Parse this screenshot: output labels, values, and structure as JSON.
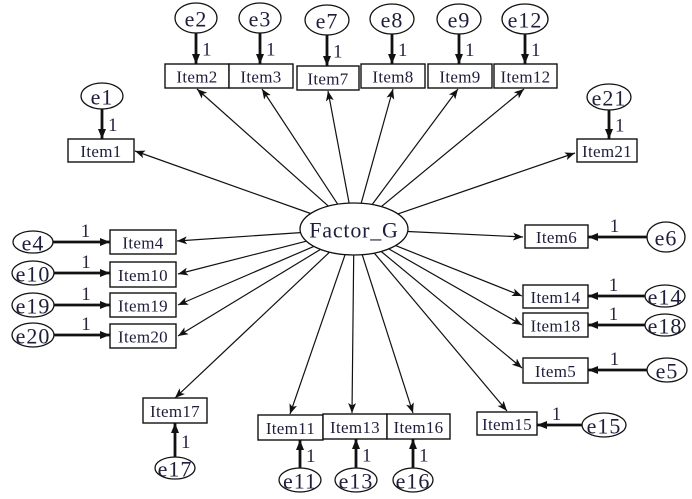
{
  "factor": {
    "label": "Factor_G"
  },
  "indicators": [
    {
      "label": "Item1",
      "error": "e1",
      "error_weight": "1"
    },
    {
      "label": "Item2",
      "error": "e2",
      "error_weight": "1"
    },
    {
      "label": "Item3",
      "error": "e3",
      "error_weight": "1"
    },
    {
      "label": "Item7",
      "error": "e7",
      "error_weight": "1"
    },
    {
      "label": "Item8",
      "error": "e8",
      "error_weight": "1"
    },
    {
      "label": "Item9",
      "error": "e9",
      "error_weight": "1"
    },
    {
      "label": "Item12",
      "error": "e12",
      "error_weight": "1"
    },
    {
      "label": "Item21",
      "error": "e21",
      "error_weight": "1"
    },
    {
      "label": "Item4",
      "error": "e4",
      "error_weight": "1"
    },
    {
      "label": "Item10",
      "error": "e10",
      "error_weight": "1"
    },
    {
      "label": "Item19",
      "error": "e19",
      "error_weight": "1"
    },
    {
      "label": "Item20",
      "error": "e20",
      "error_weight": "1"
    },
    {
      "label": "Item6",
      "error": "e6",
      "error_weight": "1"
    },
    {
      "label": "Item14",
      "error": "e14",
      "error_weight": "1"
    },
    {
      "label": "Item18",
      "error": "e18",
      "error_weight": "1"
    },
    {
      "label": "Item5",
      "error": "e5",
      "error_weight": "1"
    },
    {
      "label": "Item15",
      "error": "e15",
      "error_weight": "1"
    },
    {
      "label": "Item17",
      "error": "e17",
      "error_weight": "1"
    },
    {
      "label": "Item11",
      "error": "e11",
      "error_weight": "1"
    },
    {
      "label": "Item13",
      "error": "e13",
      "error_weight": "1"
    },
    {
      "label": "Item16",
      "error": "e16",
      "error_weight": "1"
    }
  ]
}
